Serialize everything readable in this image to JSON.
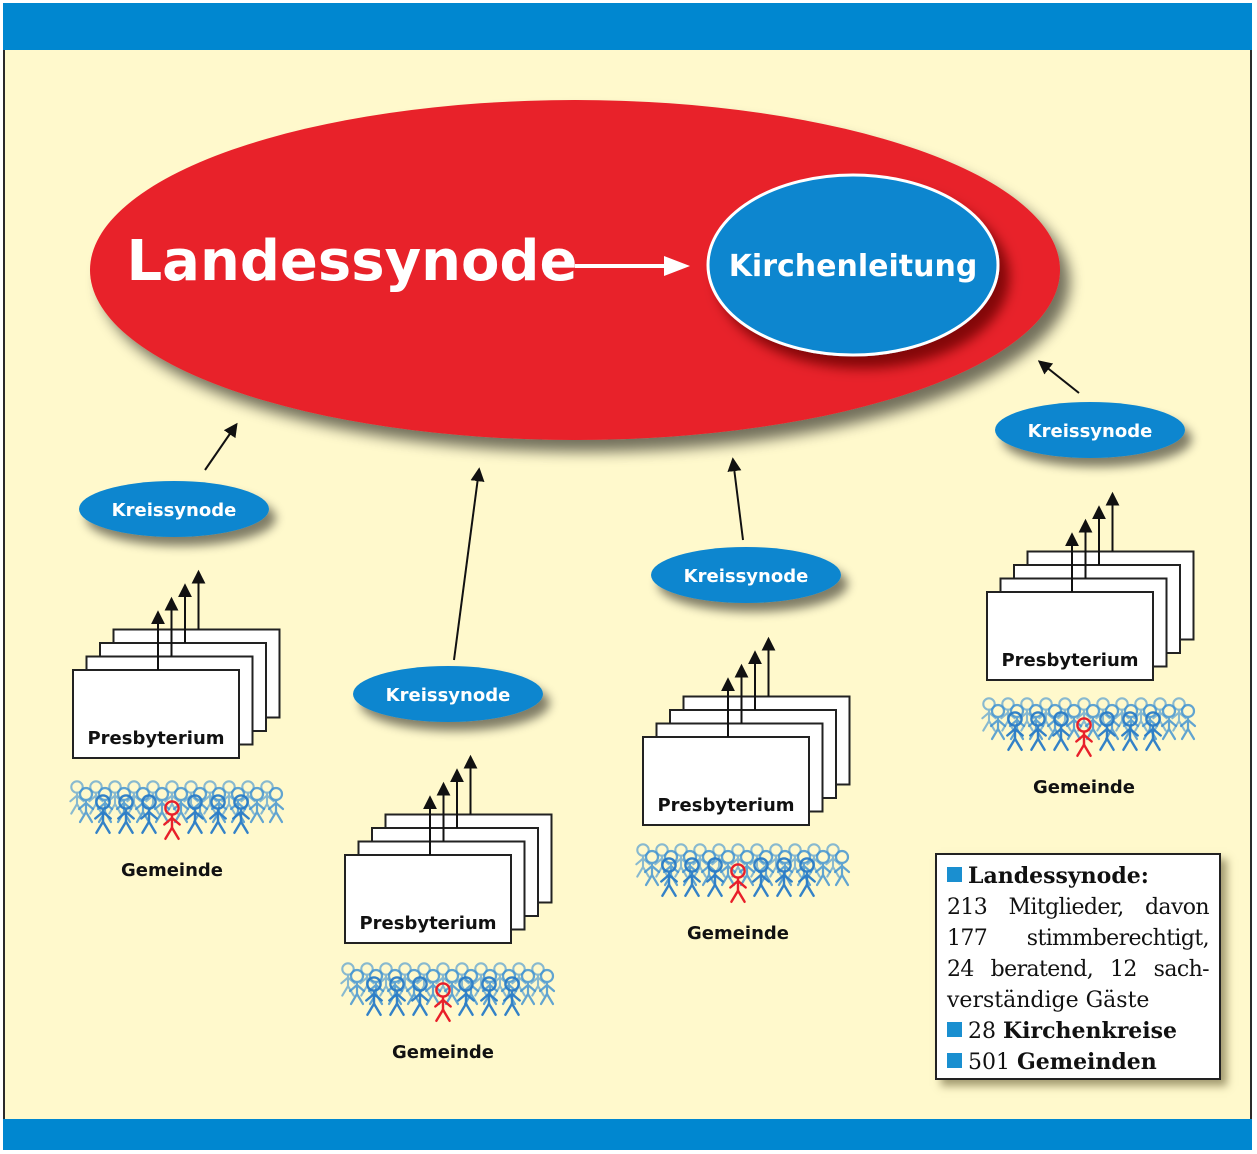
{
  "diagram": {
    "title_node": "Landessynode",
    "leadership_node": "Kirchenleitung",
    "district_synod_label": "Kreissynode",
    "presbytery_label": "Presbyterium",
    "congregation_label": "Gemeinde",
    "columns": [
      {
        "id": "column-1",
        "district": "Kreissynode",
        "presbytery": "Presbyterium",
        "congregation": "Gemeinde"
      },
      {
        "id": "column-2",
        "district": "Kreissynode",
        "presbytery": "Presbyterium",
        "congregation": "Gemeinde"
      },
      {
        "id": "column-3",
        "district": "Kreissynode",
        "presbytery": "Presbyterium",
        "congregation": "Gemeinde"
      },
      {
        "id": "column-4",
        "district": "Kreissynode",
        "presbytery": "Presbyterium",
        "congregation": "Gemeinde"
      }
    ],
    "colors": {
      "background": "#fff9cc",
      "band": "#0087d0",
      "synod_red": "#e8202a",
      "node_blue": "#0a86cf",
      "person_blue": "#3a8fd2",
      "person_red": "#e8202a"
    }
  },
  "info_box": {
    "heading": "Landessynode:",
    "lines": [
      "213 Mitglieder, davon",
      "177 stimmberechtigt,",
      "24 beratend, 12 sach-",
      "verständige Gäste"
    ],
    "stats": [
      {
        "number": "28",
        "label": "Kirchenkreise"
      },
      {
        "number": "501",
        "label": "Gemeinden"
      }
    ]
  }
}
